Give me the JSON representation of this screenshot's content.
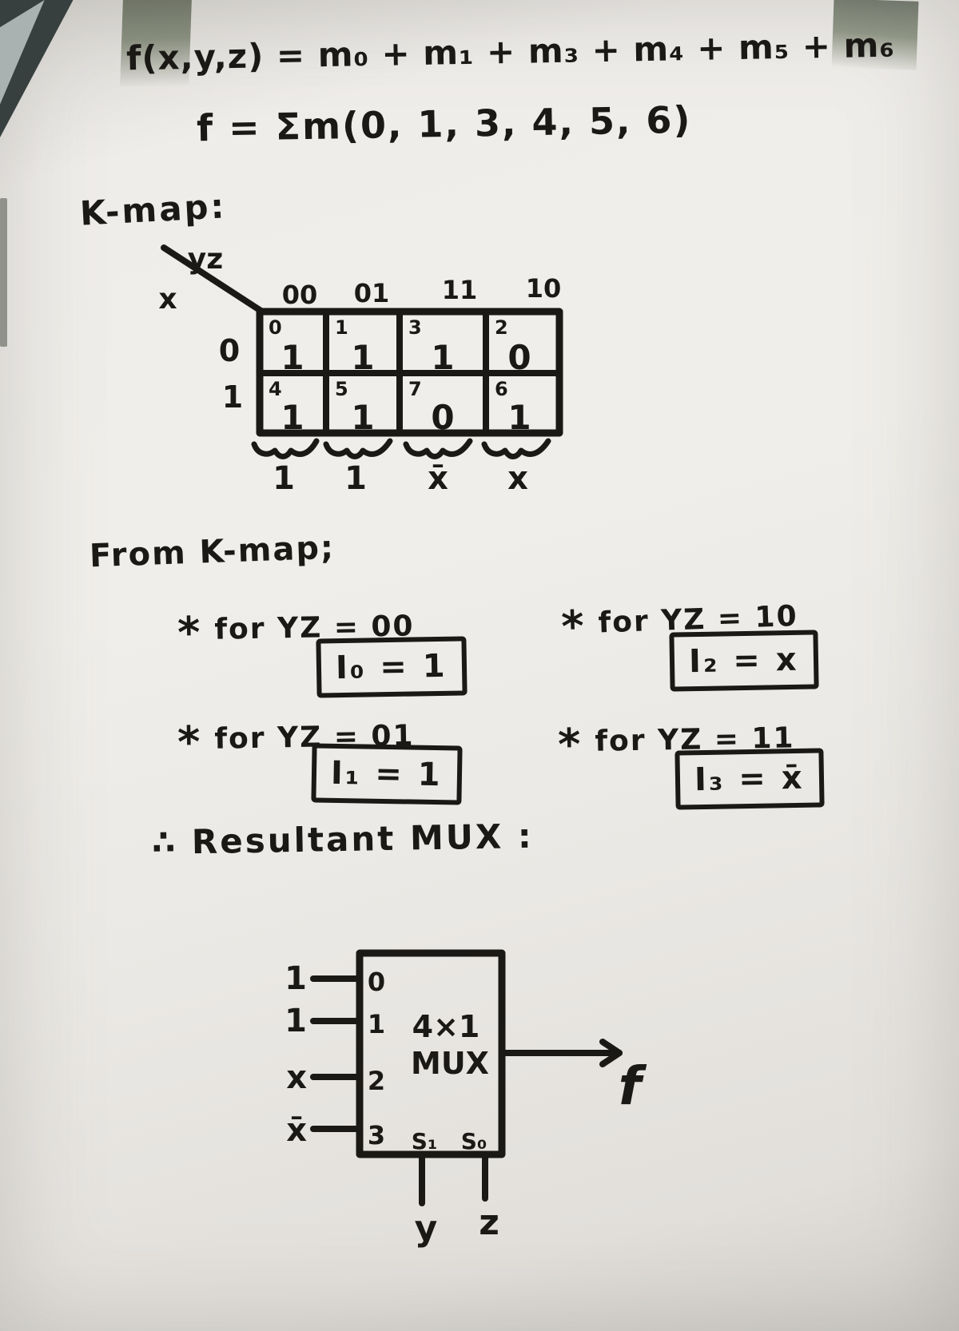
{
  "page": {
    "equation_line1": "f(x,y,z) = m₀ + m₁ + m₃ + m₄ + m₅ + m₆",
    "equation_line2": "f = Σm(0, 1, 3, 4, 5, 6)"
  },
  "kmap": {
    "heading": "K-map:",
    "axis_top": "yz",
    "axis_left": "x",
    "col_labels": [
      "00",
      "01",
      "11",
      "10"
    ],
    "row_labels": [
      "0",
      "1"
    ],
    "rows": [
      {
        "cells": [
          {
            "m": "0",
            "v": "1"
          },
          {
            "m": "1",
            "v": "1"
          },
          {
            "m": "3",
            "v": "1"
          },
          {
            "m": "2",
            "v": "0"
          }
        ]
      },
      {
        "cells": [
          {
            "m": "4",
            "v": "1"
          },
          {
            "m": "5",
            "v": "1"
          },
          {
            "m": "7",
            "v": "0"
          },
          {
            "m": "6",
            "v": "1"
          }
        ]
      }
    ],
    "col_results": [
      "1",
      "1",
      "x̄",
      "x"
    ]
  },
  "derivation": {
    "heading": "From K-map;",
    "items": [
      {
        "marker": "*",
        "condition": "for YZ = 00",
        "result": "I₀ = 1"
      },
      {
        "marker": "*",
        "condition": "for YZ = 01",
        "result": "I₁ = 1"
      },
      {
        "marker": "*",
        "condition": "for YZ = 10",
        "result": "I₂ = x"
      },
      {
        "marker": "*",
        "condition": "for YZ = 11",
        "result": "I₃ = x̄"
      }
    ]
  },
  "mux": {
    "heading": "∴ Resultant MUX :",
    "type_line1": "4×1",
    "type_line2": "MUX",
    "inputs": [
      {
        "value": "1",
        "port": "0"
      },
      {
        "value": "1",
        "port": "1"
      },
      {
        "value": "x",
        "port": "2"
      },
      {
        "value": "x̄",
        "port": "3"
      }
    ],
    "selects": [
      {
        "label": "S₁",
        "signal": "y"
      },
      {
        "label": "S₀",
        "signal": "z"
      }
    ],
    "output_label": "f"
  },
  "colors": {
    "ink": "#1b1916",
    "paper": "#edebe7"
  }
}
